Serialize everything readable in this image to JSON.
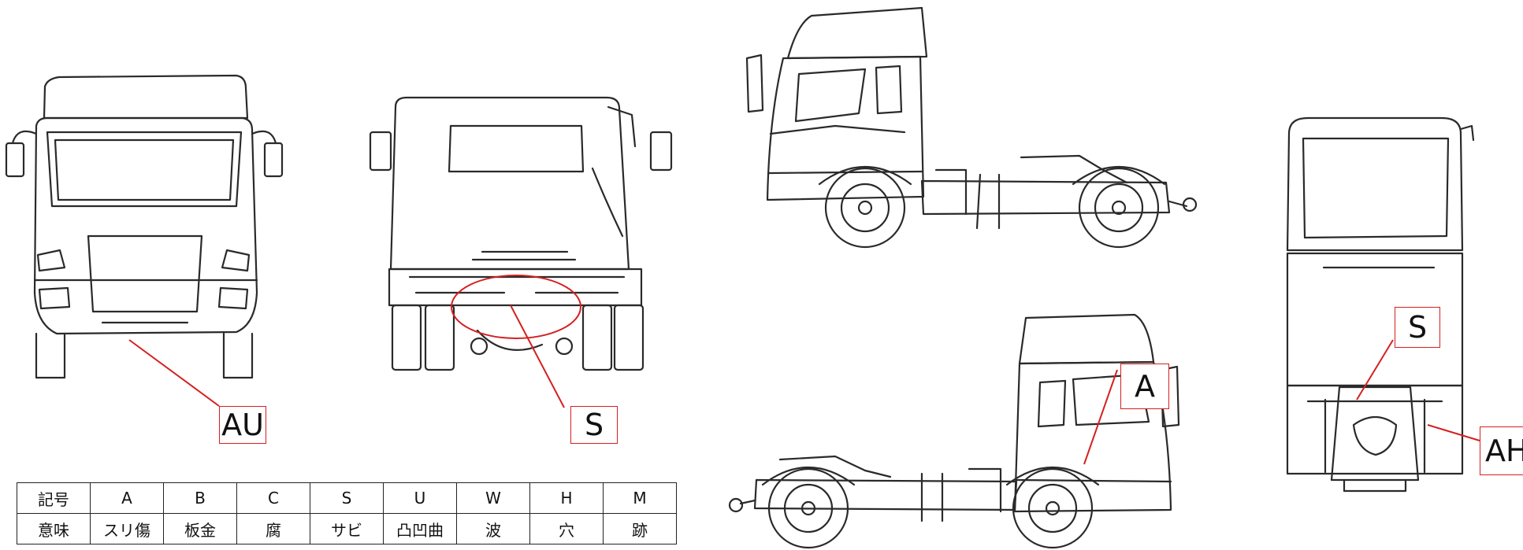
{
  "markers": {
    "front": "AU",
    "rear": "S",
    "side_right": "A",
    "top_s": "S",
    "top_ah": "AH"
  },
  "legend": {
    "codes_header": "記号",
    "meanings_header": "意味",
    "codes": [
      "A",
      "B",
      "C",
      "S",
      "U",
      "W",
      "H",
      "M"
    ],
    "meanings": [
      "スリ傷",
      "板金",
      "腐",
      "サビ",
      "凸凹曲",
      "波",
      "穴",
      "跡"
    ]
  },
  "colors": {
    "marker": "#d42020",
    "drawing": "#2a2a2a"
  }
}
